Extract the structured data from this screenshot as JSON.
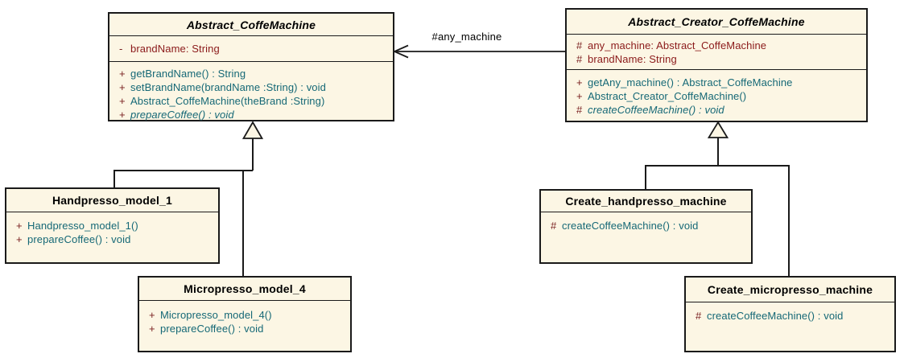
{
  "association": {
    "label": "#any_machine"
  },
  "classes": [
    {
      "name": "Abstract_CoffeMachine",
      "abstract": true,
      "attributes": [
        {
          "visibility": "-",
          "signature": "brandName: String"
        }
      ],
      "operations": [
        {
          "visibility": "+",
          "signature": "getBrandName() : String"
        },
        {
          "visibility": "+",
          "signature": "setBrandName(brandName :String) : void"
        },
        {
          "visibility": "+",
          "signature": "Abstract_CoffeMachine(theBrand :String)"
        },
        {
          "visibility": "+",
          "signature": "prepareCoffee() : void",
          "abstract": true
        }
      ]
    },
    {
      "name": "Abstract_Creator_CoffeMachine",
      "abstract": true,
      "attributes": [
        {
          "visibility": "#",
          "signature": "any_machine: Abstract_CoffeMachine"
        },
        {
          "visibility": "#",
          "signature": "brandName: String"
        }
      ],
      "operations": [
        {
          "visibility": "+",
          "signature": "getAny_machine() : Abstract_CoffeMachine"
        },
        {
          "visibility": "+",
          "signature": "Abstract_Creator_CoffeMachine()"
        },
        {
          "visibility": "#",
          "signature": "createCoffeeMachine() : void",
          "abstract": true
        }
      ]
    },
    {
      "name": "Handpresso_model_1",
      "abstract": false,
      "attributes": [],
      "operations": [
        {
          "visibility": "+",
          "signature": "Handpresso_model_1()"
        },
        {
          "visibility": "+",
          "signature": "prepareCoffee() : void"
        }
      ]
    },
    {
      "name": "Micropresso_model_4",
      "abstract": false,
      "attributes": [],
      "operations": [
        {
          "visibility": "+",
          "signature": "Micropresso_model_4()"
        },
        {
          "visibility": "+",
          "signature": "prepareCoffee() : void"
        }
      ]
    },
    {
      "name": "Create_handpresso_machine",
      "abstract": false,
      "attributes": [],
      "operations": [
        {
          "visibility": "#",
          "signature": "createCoffeeMachine() : void"
        }
      ]
    },
    {
      "name": "Create_micropresso_machine",
      "abstract": false,
      "attributes": [],
      "operations": [
        {
          "visibility": "#",
          "signature": "createCoffeeMachine() : void"
        }
      ]
    }
  ],
  "colors": {
    "background": "#FFFFFF",
    "box_fill": "#FCF6E4",
    "box_border": "#1A1A1A",
    "title_text": "#000000",
    "attribute_text": "#8B1A1A",
    "operation_text": "#156876",
    "visibility_marker": "#7A2121",
    "connector": "#1A1A1A",
    "label_text": "#000000"
  }
}
